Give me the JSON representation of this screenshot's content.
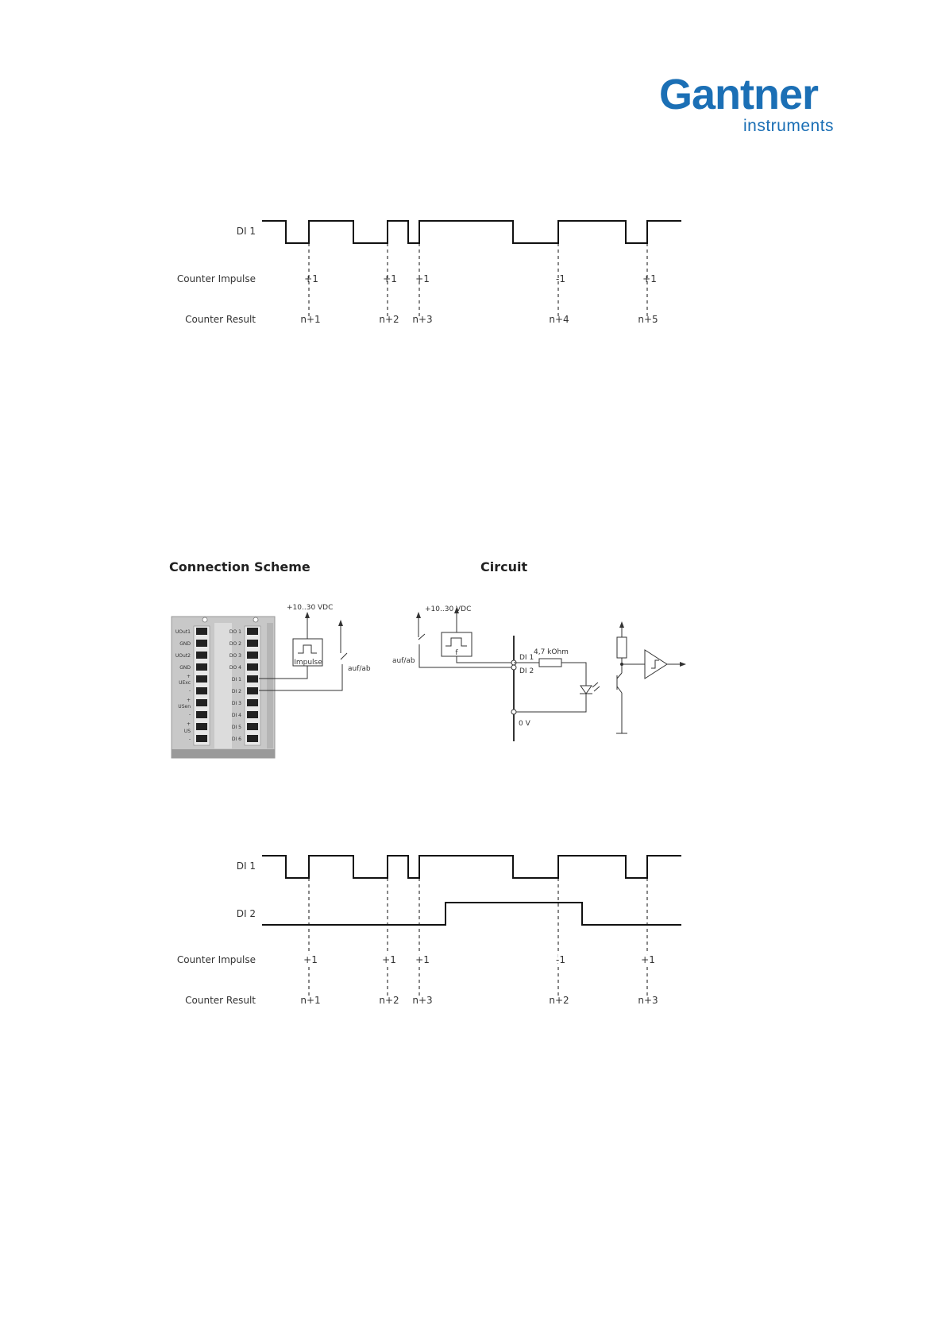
{
  "logo": {
    "name": "Gantner",
    "sub": "instruments"
  },
  "diagram1": {
    "row_labels": {
      "di1": "DI 1",
      "impulse": "Counter Impulse",
      "result": "Counter Result"
    },
    "impulses": [
      "+1",
      "+1",
      "+1",
      "-1",
      "+1"
    ],
    "results": [
      "n+1",
      "n+2",
      "n+3",
      "n+4",
      "n+5"
    ]
  },
  "connection": {
    "title": "Connection Scheme",
    "voltage": "+10..30 VDC",
    "impulse_label": "Impulse",
    "switch_label": "auf/ab",
    "left_terminals": [
      "UOut1",
      "GND",
      "UOut2",
      "GND",
      "+",
      "UExc",
      "-",
      "+",
      "USen",
      "-",
      "+",
      "US",
      "-"
    ],
    "right_terminals": [
      "DO 1",
      "DO 2",
      "DO 3",
      "DO 4",
      "DI 1",
      "DI 2",
      "DI 3",
      "DI 4",
      "DI 5",
      "DI 6"
    ]
  },
  "circuit": {
    "title": "Circuit",
    "voltage": "+10..30 VDC",
    "switch_label": "auf/ab",
    "freq_label": "f",
    "di1": "DI 1",
    "di2": "DI 2",
    "resistor": "4,7 kOhm",
    "ground": "0 V"
  },
  "diagram2": {
    "row_labels": {
      "di1": "DI 1",
      "di2": "DI 2",
      "impulse": "Counter Impulse",
      "result": "Counter Result"
    },
    "impulses": [
      "+1",
      "+1",
      "+1",
      "-1",
      "+1"
    ],
    "results": [
      "n+1",
      "n+2",
      "n+3",
      "n+2",
      "n+3"
    ]
  }
}
